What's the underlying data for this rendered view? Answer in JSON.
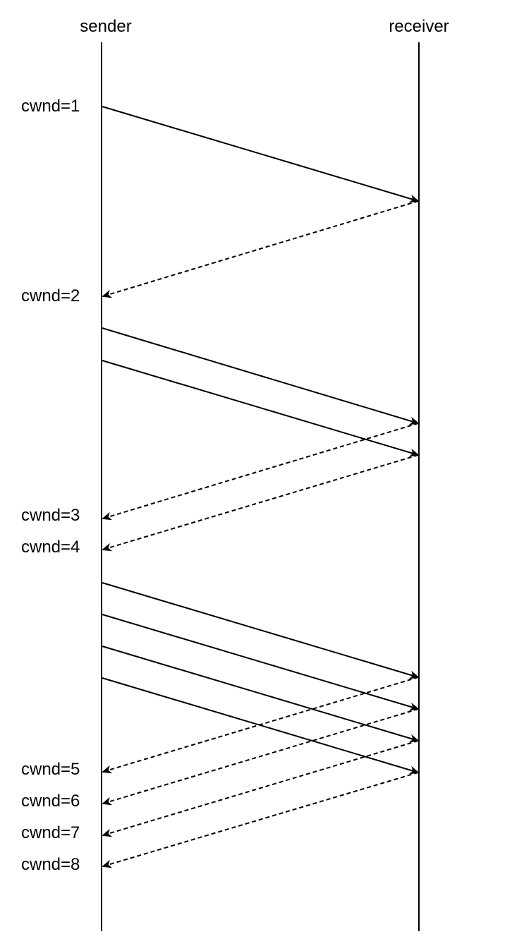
{
  "actors": {
    "sender": "sender",
    "receiver": "receiver"
  },
  "cwnd_labels": [
    "cwnd=1",
    "cwnd=2",
    "cwnd=3",
    "cwnd=4",
    "cwnd=5",
    "cwnd=6",
    "cwnd=7",
    "cwnd=8"
  ],
  "colors": {
    "line": "#000000",
    "background": "#ffffff"
  },
  "arrow_styles": {
    "data": "solid",
    "ack": "dashed"
  }
}
